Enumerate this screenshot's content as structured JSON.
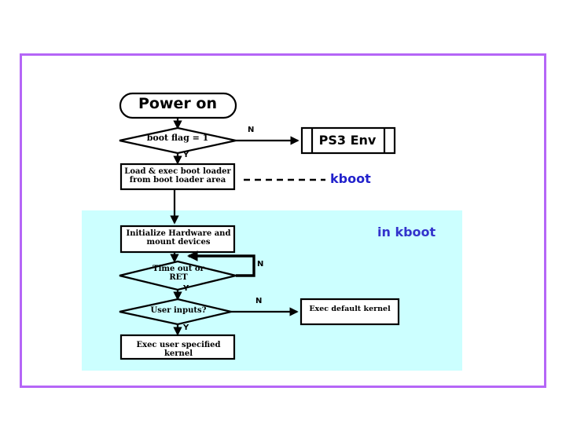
{
  "diagram": {
    "title_text": "",
    "frame_color": "#b566f7",
    "region_color": "#ccffff",
    "accent_blue": "#2222cc",
    "nodes": {
      "power_on": {
        "label": "Power on",
        "shape": "terminator"
      },
      "boot_flag": {
        "label": "boot flag = 1",
        "shape": "decision"
      },
      "ps3_env": {
        "label": "PS3 Env",
        "shape": "predefined-process"
      },
      "load_exec": {
        "label": "Load & exec boot loader\nfrom boot loader area",
        "shape": "process"
      },
      "init_hw": {
        "label": "Initialize Hardware and\nmount devices",
        "shape": "process"
      },
      "timeout_ret": {
        "label": "Time out or\nRET",
        "shape": "decision"
      },
      "user_inputs": {
        "label": "User inputs?",
        "shape": "decision"
      },
      "exec_default": {
        "label": "Exec default kernel",
        "shape": "process"
      },
      "exec_user": {
        "label": "Exec user specified kernel",
        "shape": "process"
      }
    },
    "annotations": {
      "kboot": "kboot",
      "in_kboot": "in kboot"
    },
    "branches": {
      "boot_flag_no": "N",
      "boot_flag_yes": "Y",
      "timeout_no": "N",
      "timeout_yes": "Y",
      "user_inputs_no": "N",
      "user_inputs_yes": "Y"
    }
  }
}
